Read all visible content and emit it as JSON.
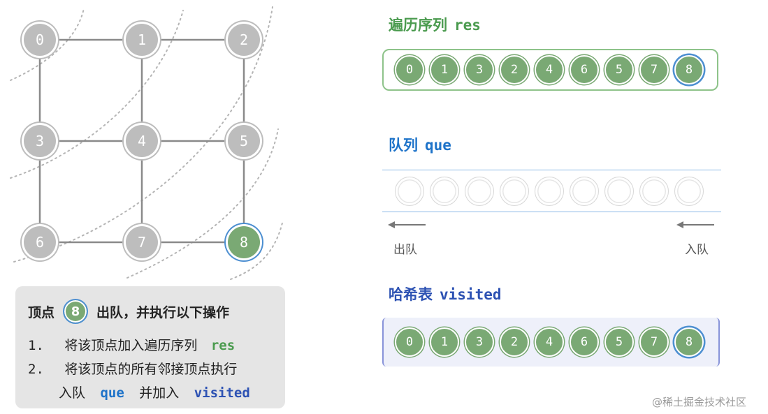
{
  "colors": {
    "visited_fill": "#7aa974",
    "unvisited_fill": "#bdbdbd",
    "current_ring": "#4d8fd1",
    "res_green": "#4b9b4f",
    "que_blue": "#1e73c9",
    "visited_blue": "#2d52b3"
  },
  "graph": {
    "nodes": [
      {
        "id": "0",
        "row": 0,
        "col": 0
      },
      {
        "id": "1",
        "row": 0,
        "col": 1
      },
      {
        "id": "2",
        "row": 0,
        "col": 2
      },
      {
        "id": "3",
        "row": 1,
        "col": 0
      },
      {
        "id": "4",
        "row": 1,
        "col": 1
      },
      {
        "id": "5",
        "row": 1,
        "col": 2
      },
      {
        "id": "6",
        "row": 2,
        "col": 0
      },
      {
        "id": "7",
        "row": 2,
        "col": 1
      },
      {
        "id": "8",
        "row": 2,
        "col": 2
      }
    ],
    "edges": [
      [
        "0",
        "1"
      ],
      [
        "1",
        "2"
      ],
      [
        "0",
        "3"
      ],
      [
        "1",
        "4"
      ],
      [
        "2",
        "5"
      ],
      [
        "3",
        "4"
      ],
      [
        "4",
        "5"
      ],
      [
        "3",
        "6"
      ],
      [
        "4",
        "7"
      ],
      [
        "5",
        "8"
      ],
      [
        "6",
        "7"
      ],
      [
        "7",
        "8"
      ]
    ],
    "current_node": "8"
  },
  "operation": {
    "prefix": "顶点",
    "node": "8",
    "suffix": "出队，并执行以下操作",
    "step1": {
      "num": "1.",
      "text": "将该顶点加入遍历序列",
      "kw": "res"
    },
    "step2": {
      "num": "2.",
      "text": "将该顶点的所有邻接顶点执行"
    },
    "step2b": {
      "text1": "入队",
      "kw1": "que",
      "text2": "并加入",
      "kw2": "visited"
    }
  },
  "res": {
    "title_cn": "遍历序列",
    "title_code": "res",
    "items": [
      "0",
      "1",
      "3",
      "2",
      "4",
      "6",
      "5",
      "7",
      "8"
    ]
  },
  "que": {
    "title_cn": "队列",
    "title_code": "que",
    "slot_count": 9,
    "dequeue_label": "出队",
    "enqueue_label": "入队"
  },
  "visited": {
    "title_cn": "哈希表",
    "title_code": "visited",
    "items": [
      "0",
      "1",
      "3",
      "2",
      "4",
      "6",
      "5",
      "7",
      "8"
    ]
  },
  "watermark": "@稀土掘金技术社区"
}
